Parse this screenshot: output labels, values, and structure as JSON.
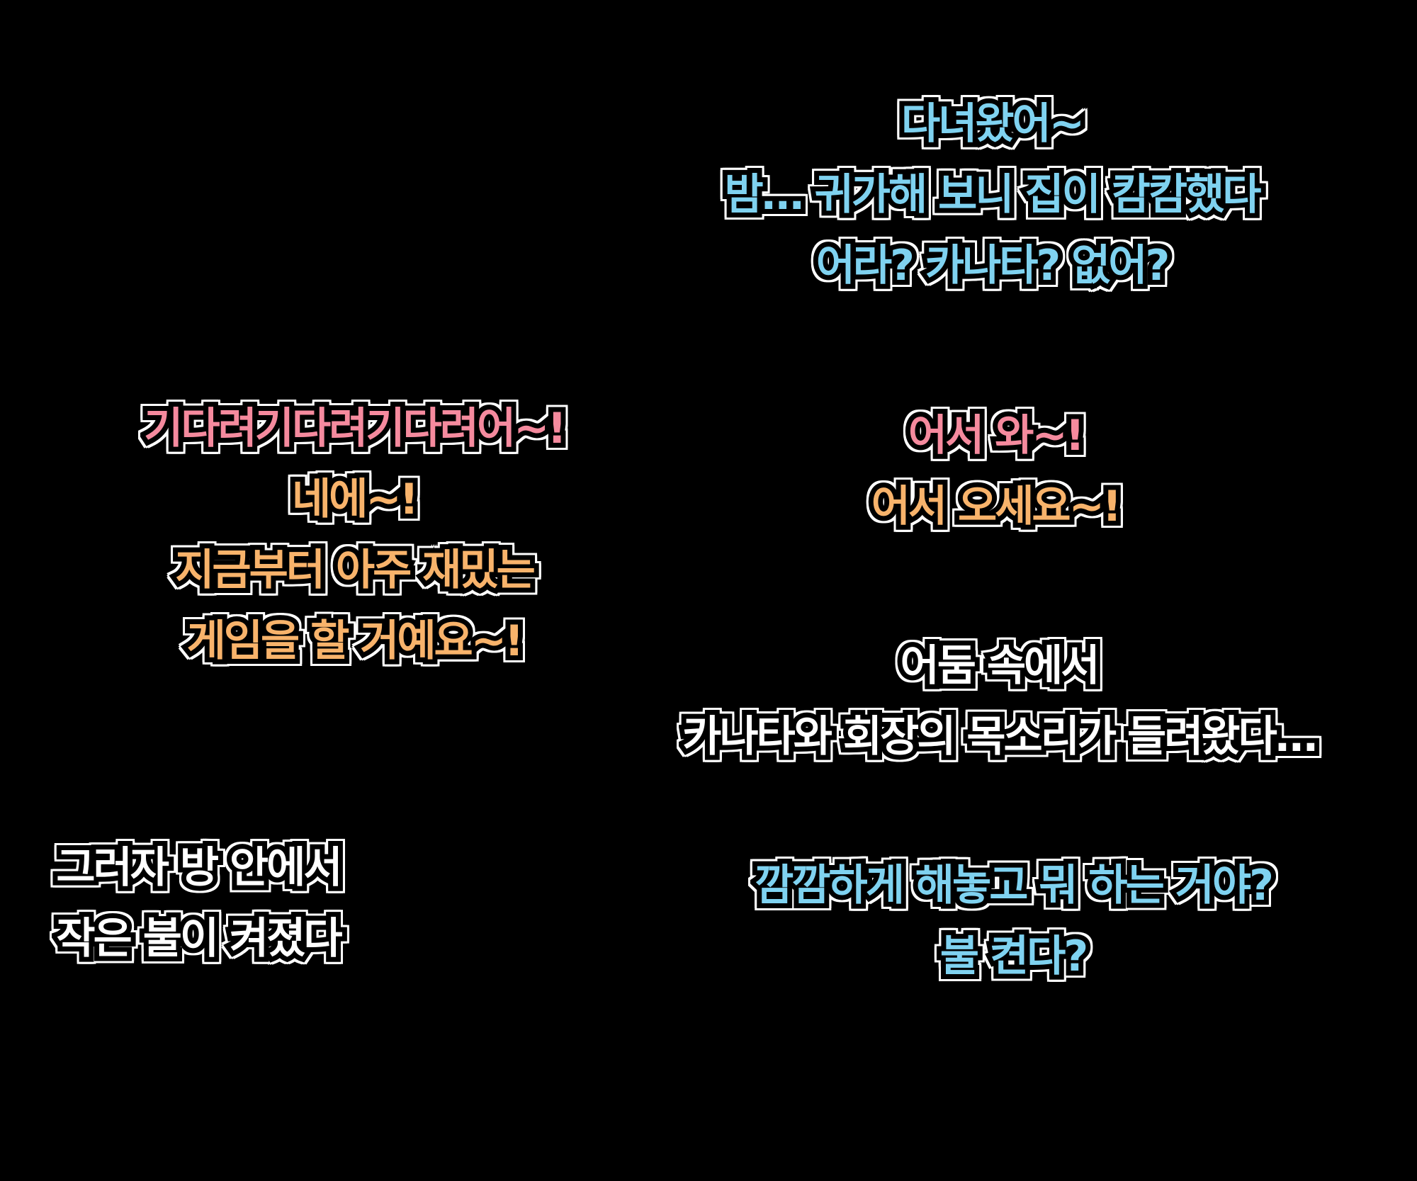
{
  "colors": {
    "blue": "#7fd2f0",
    "pink": "#f58a9e",
    "orange": "#f8b36b",
    "white": "#ffffff",
    "background": "#000000"
  },
  "captions": {
    "a": {
      "line1": "다녀왔어~",
      "line2": "밤… 귀가해 보니 집이 캄캄했다",
      "line3": "어라? 카나타? 없어?"
    },
    "b": {
      "line1": "기다려기다려기다려어~!",
      "line2": "네에~!",
      "line3": "지금부터 아주 재밌는",
      "line4": "게임을 할 거예요~!"
    },
    "c": {
      "line1": "어서 와~!",
      "line2": "어서 오세요~!"
    },
    "d": {
      "line1": "어둠 속에서",
      "line2": "카나타와 회장의 목소리가 들려왔다…"
    },
    "e": {
      "line1": "그러자 방 안에서",
      "line2": "작은 불이 켜졌다"
    },
    "f": {
      "line1": "깜깜하게 해놓고 뭐 하는 거야?",
      "line2": "불 켠다?"
    }
  }
}
